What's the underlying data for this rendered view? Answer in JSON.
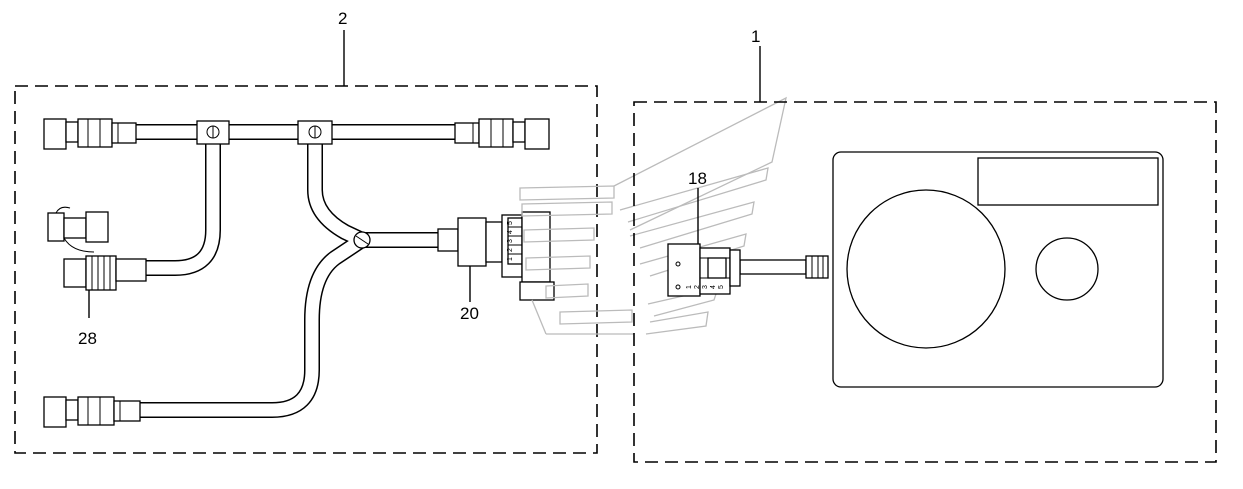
{
  "callouts": {
    "c2": "2",
    "c1": "1",
    "c18": "18",
    "c20": "20",
    "c28": "28"
  },
  "pin_labels": {
    "conn20": [
      "1",
      "2",
      "3",
      "4",
      "5"
    ],
    "conn18": [
      "1",
      "2",
      "3",
      "4",
      "5"
    ]
  },
  "colors": {
    "line": "#000000",
    "ghost": "#bbbbbb",
    "background": "#ffffff"
  }
}
